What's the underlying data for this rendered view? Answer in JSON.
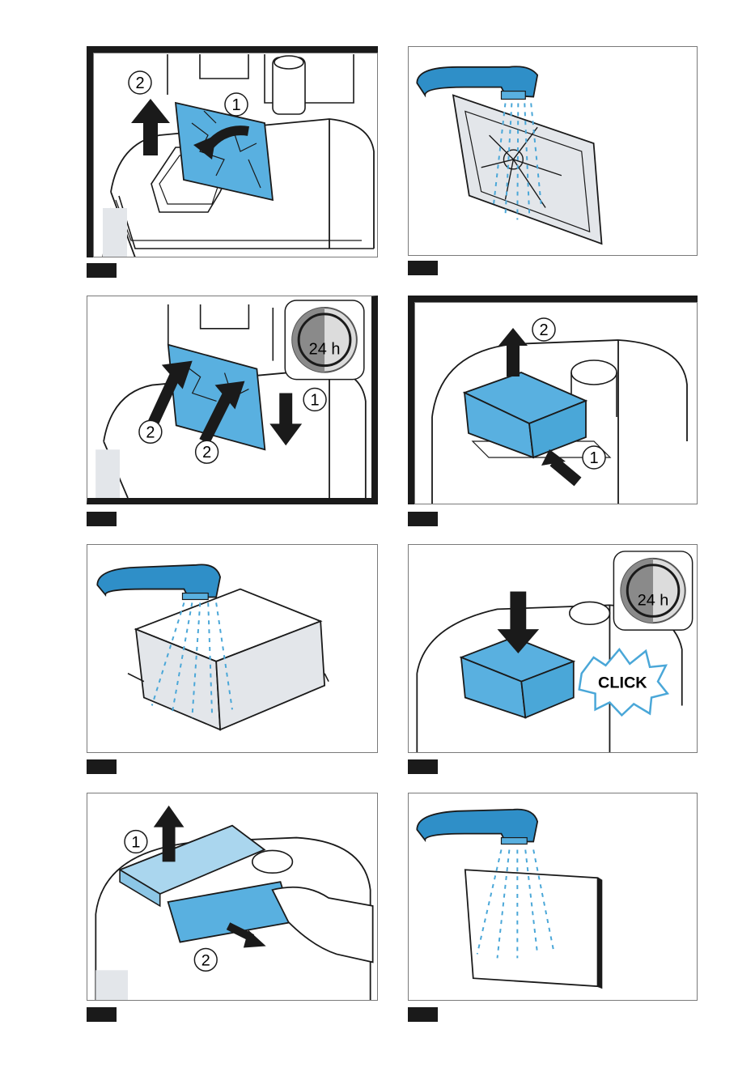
{
  "colors": {
    "accent_blue": "#4aa7d8",
    "filter_blue": "#59b0e0",
    "hose_blue": "#2f8fc8",
    "outline": "#1a1a1a",
    "grey_fill": "#e3e6ea",
    "water": "#4aa7d8"
  },
  "panels": [
    {
      "id": "p1",
      "callouts": [
        "2",
        "1"
      ]
    },
    {
      "id": "p2",
      "callouts": []
    },
    {
      "id": "p3",
      "callouts": [
        "1",
        "2",
        "2"
      ],
      "timer": "24 h"
    },
    {
      "id": "p4",
      "callouts": [
        "2",
        "1"
      ]
    },
    {
      "id": "p5",
      "callouts": []
    },
    {
      "id": "p6",
      "callouts": [],
      "timer": "24 h",
      "click": "CLICK"
    },
    {
      "id": "p7",
      "callouts": [
        "1",
        "2"
      ]
    },
    {
      "id": "p8",
      "callouts": []
    }
  ],
  "icons": {
    "timer": "clock-day-night-icon",
    "arrow": "arrow-icon",
    "water": "water-stream-icon"
  }
}
